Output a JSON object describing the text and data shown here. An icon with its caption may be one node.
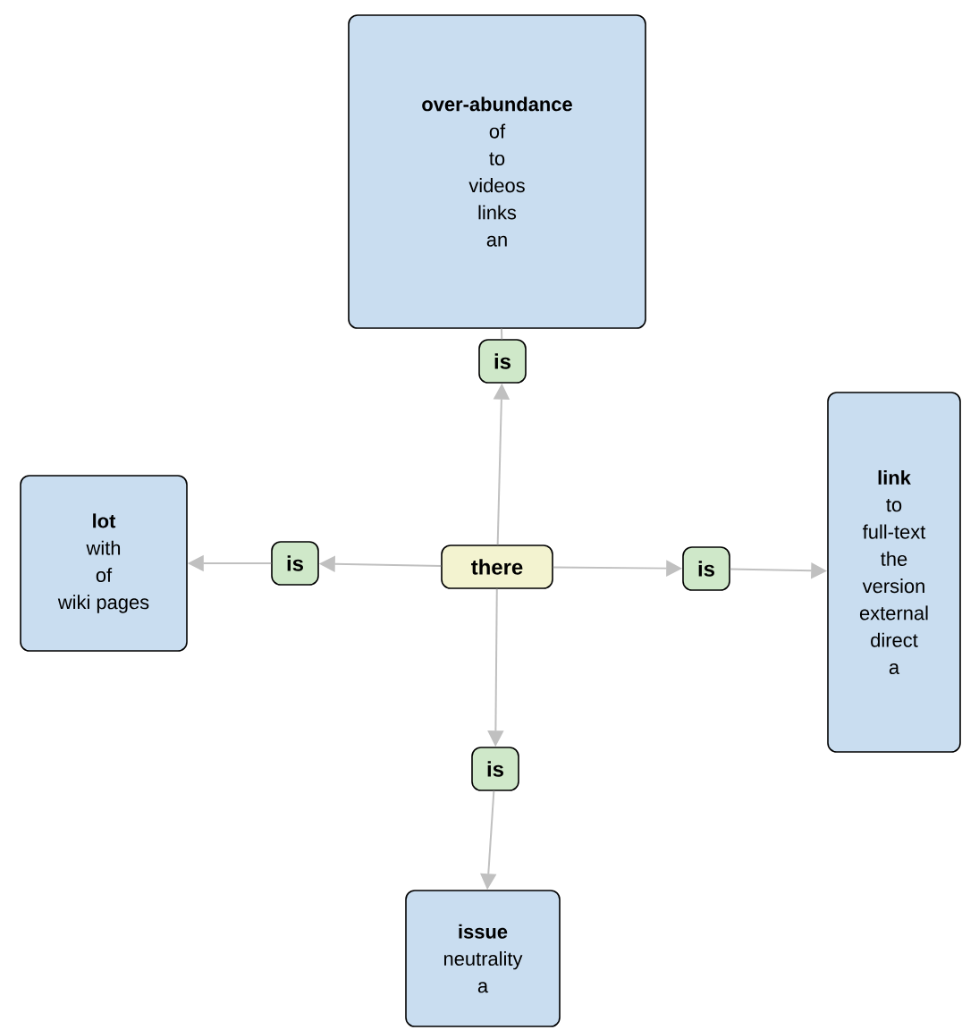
{
  "diagram": {
    "nodes": [
      {
        "text": [
          "over-abundance",
          "of",
          "to",
          "videos",
          "links",
          "an"
        ]
      },
      {
        "text": [
          "is"
        ]
      },
      {
        "text": [
          "lot",
          "with",
          "of",
          "wiki pages"
        ]
      },
      {
        "text": [
          "is"
        ]
      },
      {
        "text": [
          "there"
        ]
      },
      {
        "text": [
          "is"
        ]
      },
      {
        "text": [
          "link",
          "to",
          "full-text",
          "the",
          "version",
          "external",
          "direct",
          "a"
        ]
      },
      {
        "text": [
          "is"
        ]
      },
      {
        "text": [
          "issue",
          "neutrality",
          "a"
        ]
      }
    ],
    "edges": [
      {
        "from": 4,
        "to": 1,
        "arrow": "to"
      },
      {
        "from": 1,
        "to": 0,
        "arrow": "none"
      },
      {
        "from": 4,
        "to": 3,
        "arrow": "to"
      },
      {
        "from": 3,
        "to": 2,
        "arrow": "to"
      },
      {
        "from": 4,
        "to": 5,
        "arrow": "to"
      },
      {
        "from": 5,
        "to": 6,
        "arrow": "to"
      },
      {
        "from": 4,
        "to": 7,
        "arrow": "to"
      },
      {
        "from": 7,
        "to": 8,
        "arrow": "to"
      }
    ]
  }
}
